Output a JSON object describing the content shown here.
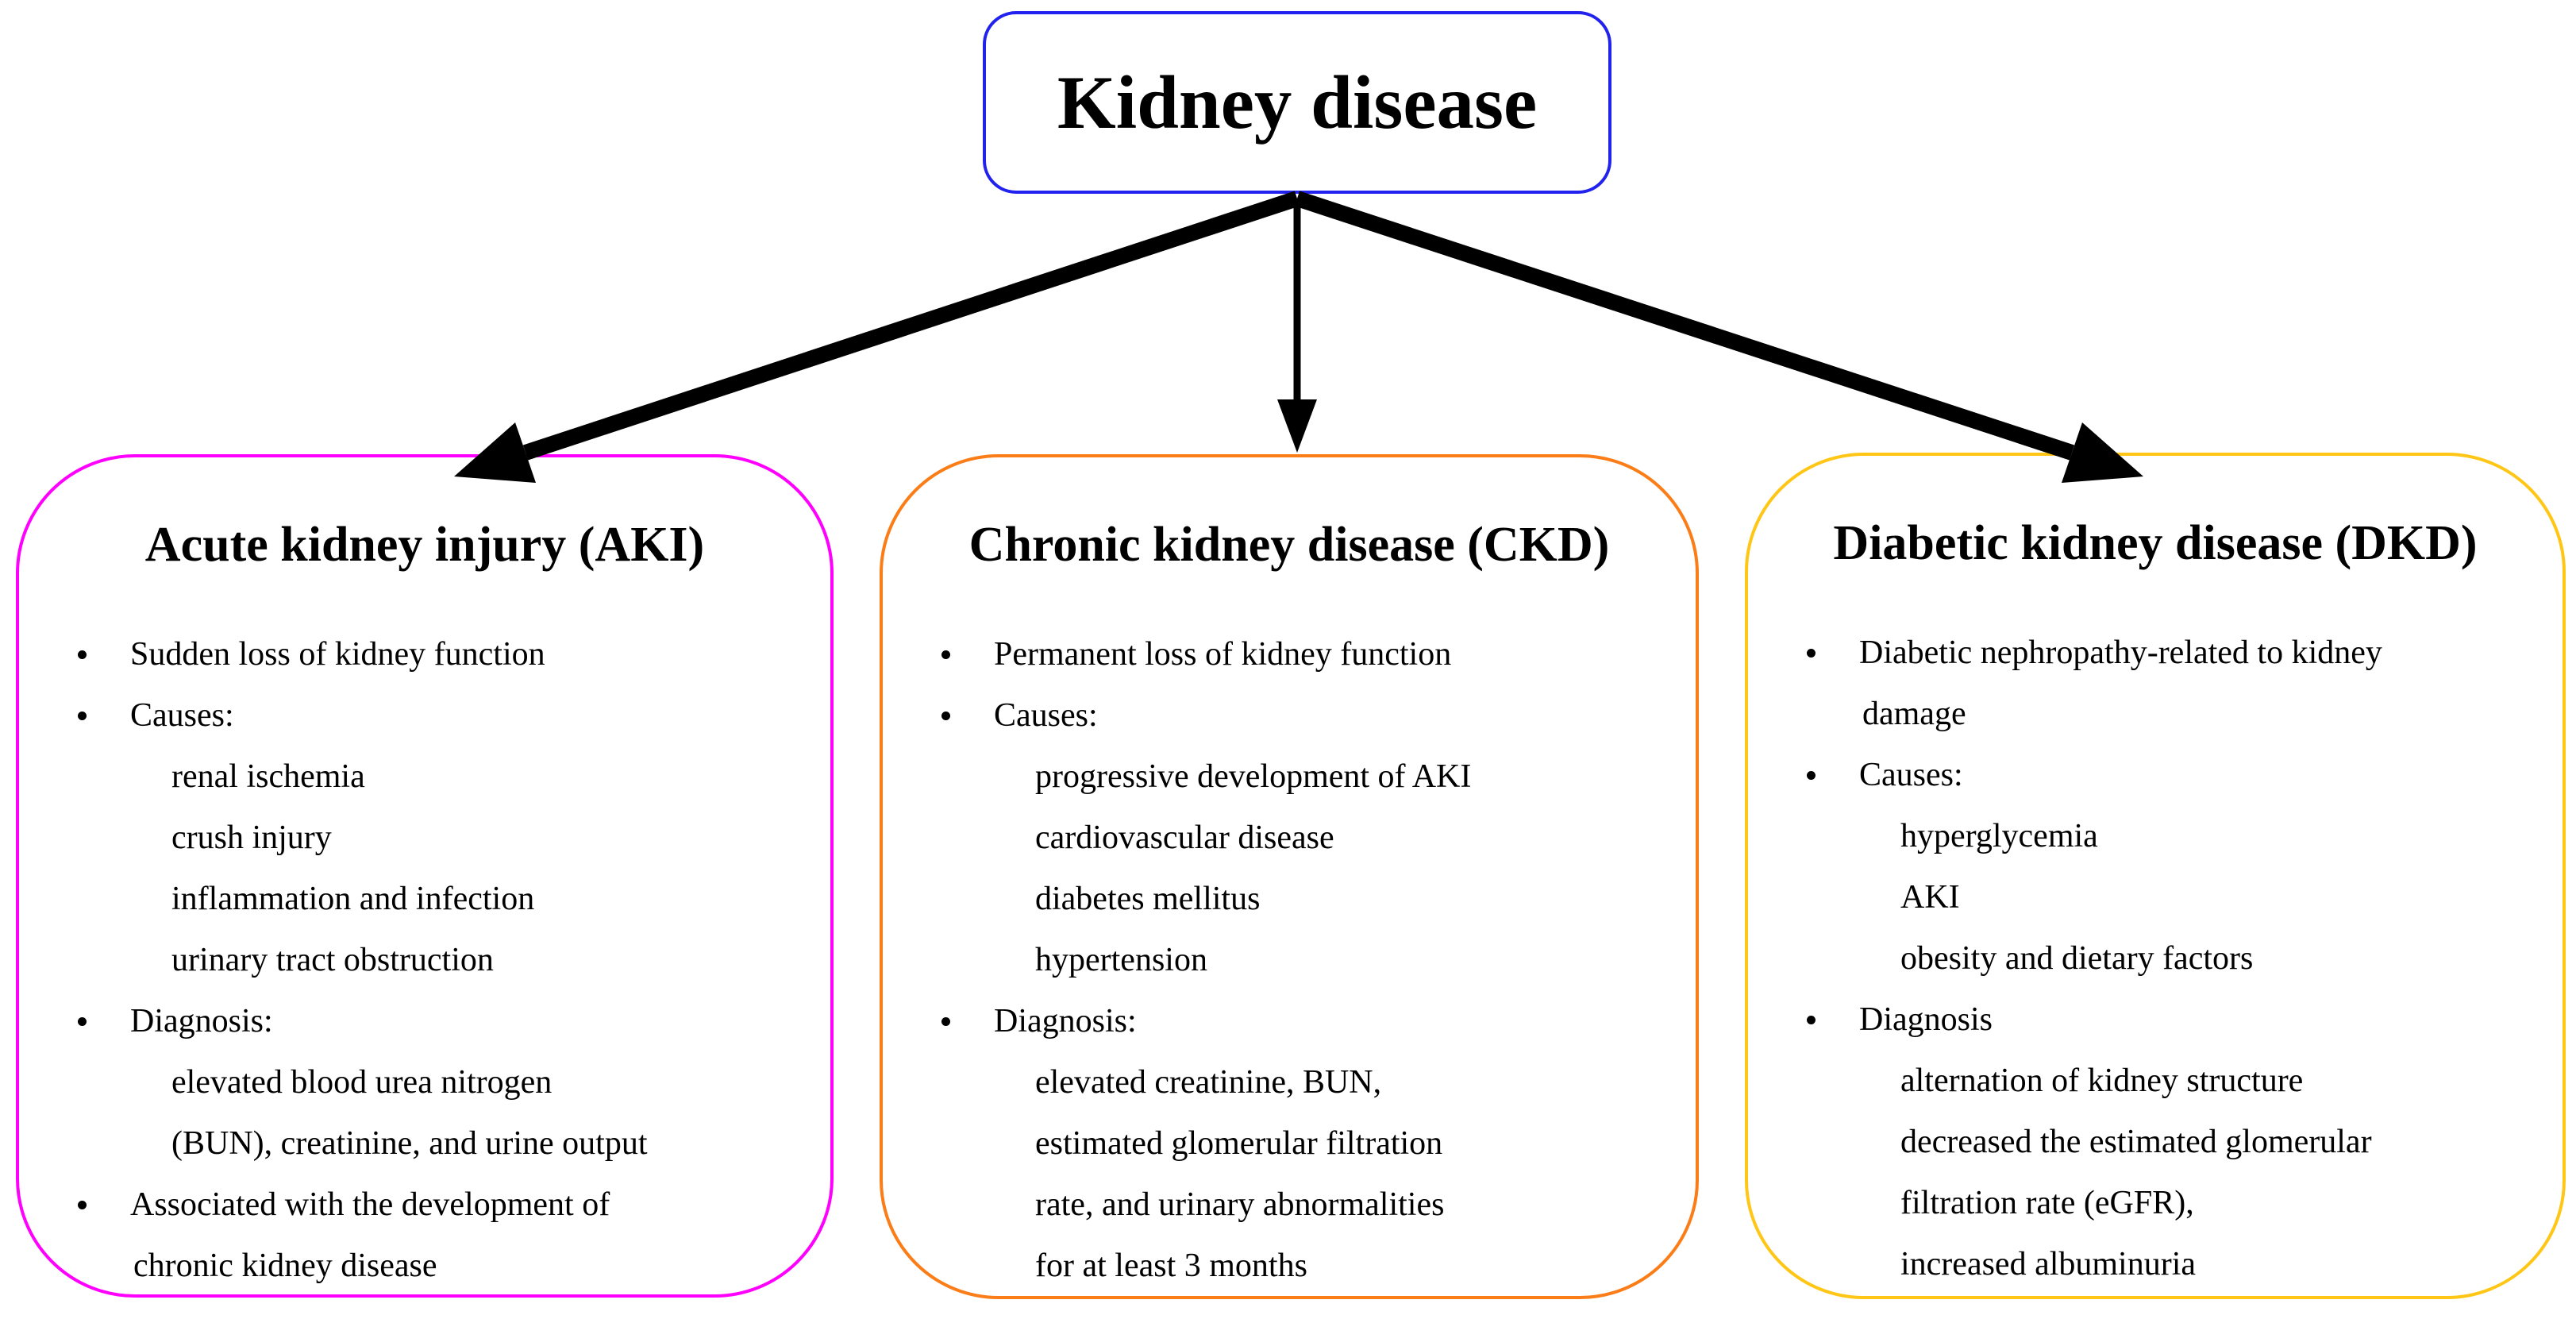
{
  "page": {
    "background": "#ffffff"
  },
  "root": {
    "label": "Kidney disease",
    "border_color": "#2222ee"
  },
  "connectors": {
    "color": "#000000",
    "description": "three arrows from root box to the three branch boxes"
  },
  "branches": [
    {
      "id": "aki",
      "title": "Acute kidney injury (AKI)",
      "border_color": "#ff00ff",
      "items": [
        {
          "type": "bullet",
          "text": "Sudden loss of kidney function"
        },
        {
          "type": "bullet",
          "text": "Causes:"
        },
        {
          "type": "sub",
          "text": "renal ischemia"
        },
        {
          "type": "sub",
          "text": "crush injury"
        },
        {
          "type": "sub",
          "text": "inflammation and infection"
        },
        {
          "type": "sub",
          "text": "urinary tract obstruction"
        },
        {
          "type": "bullet",
          "text": "Diagnosis:"
        },
        {
          "type": "sub",
          "text": "elevated blood urea nitrogen"
        },
        {
          "type": "sub",
          "text": "(BUN), creatinine, and urine output"
        },
        {
          "type": "bullet",
          "text": "Associated with the development of"
        },
        {
          "type": "cont",
          "text": "chronic kidney disease"
        }
      ]
    },
    {
      "id": "ckd",
      "title": "Chronic kidney disease (CKD)",
      "border_color": "#fa7d17",
      "items": [
        {
          "type": "bullet",
          "text": "Permanent loss of kidney function"
        },
        {
          "type": "bullet",
          "text": "Causes:"
        },
        {
          "type": "sub",
          "text": "progressive development of AKI"
        },
        {
          "type": "sub",
          "text": "cardiovascular disease"
        },
        {
          "type": "sub",
          "text": "diabetes mellitus"
        },
        {
          "type": "sub",
          "text": "hypertension"
        },
        {
          "type": "bullet",
          "text": "Diagnosis:"
        },
        {
          "type": "sub",
          "text": "elevated creatinine, BUN,"
        },
        {
          "type": "sub",
          "text": "estimated glomerular filtration"
        },
        {
          "type": "sub",
          "text": "rate, and urinary abnormalities"
        },
        {
          "type": "sub",
          "text": "for at least 3 months"
        }
      ]
    },
    {
      "id": "dkd",
      "title": "Diabetic kidney disease (DKD)",
      "border_color": "#ffc615",
      "items": [
        {
          "type": "bullet",
          "text": "Diabetic nephropathy-related to kidney"
        },
        {
          "type": "cont",
          "text": "damage"
        },
        {
          "type": "bullet",
          "text": "Causes:"
        },
        {
          "type": "sub",
          "text": "hyperglycemia"
        },
        {
          "type": "sub",
          "text": "AKI"
        },
        {
          "type": "sub",
          "text": "obesity and dietary factors"
        },
        {
          "type": "bullet",
          "text": "Diagnosis"
        },
        {
          "type": "sub",
          "text": "alternation of kidney structure"
        },
        {
          "type": "sub",
          "text": "decreased the estimated glomerular"
        },
        {
          "type": "sub",
          "text": "filtration rate (eGFR),"
        },
        {
          "type": "sub",
          "text": "increased albuminuria"
        }
      ]
    }
  ]
}
